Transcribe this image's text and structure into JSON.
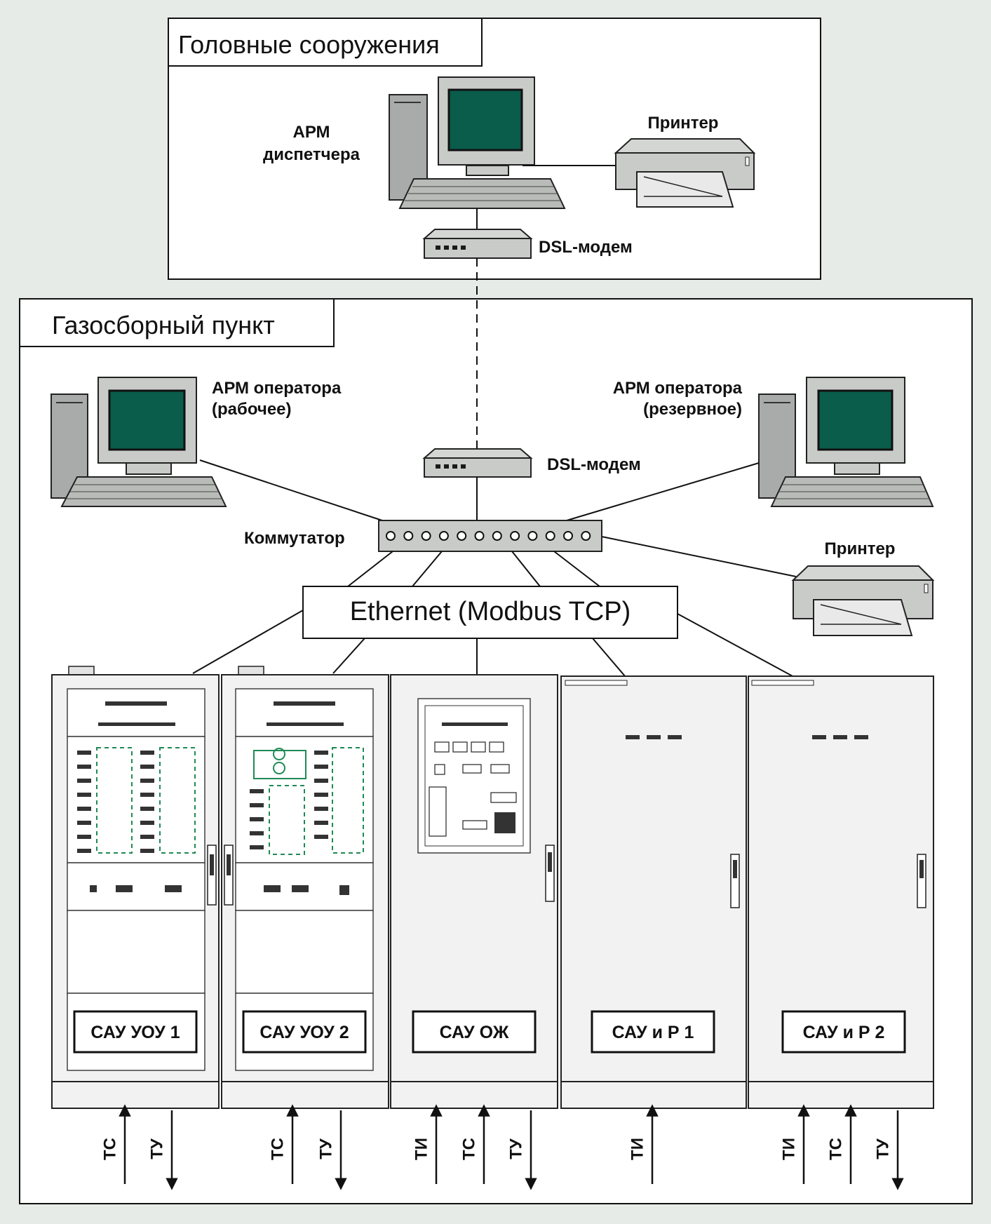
{
  "sections": {
    "head": {
      "title": "Головные сооружения"
    },
    "gas": {
      "title": "Газосборный пункт"
    }
  },
  "devices": {
    "dispatcher_pc": {
      "label_line1": "АРМ",
      "label_line2": "диспетчера"
    },
    "printer_top": {
      "label": "Принтер"
    },
    "modem_top": {
      "label": "DSL-модем"
    },
    "modem_gas": {
      "label": "DSL-модем"
    },
    "operator_main": {
      "label_line1": "АРМ оператора",
      "label_line2": "(рабочее)"
    },
    "operator_reserve": {
      "label_line1": "АРМ оператора",
      "label_line2": "(резервное)"
    },
    "switch": {
      "label": "Коммутатор"
    },
    "printer_gas": {
      "label": "Принтер"
    },
    "ethernet": {
      "label": "Ethernet (Modbus TCP)"
    }
  },
  "cabinets": [
    {
      "label": "САУ УОУ 1",
      "signals": [
        {
          "name": "ТС",
          "dir": "in"
        },
        {
          "name": "ТУ",
          "dir": "out"
        }
      ]
    },
    {
      "label": "САУ УОУ 2",
      "signals": [
        {
          "name": "ТС",
          "dir": "in"
        },
        {
          "name": "ТУ",
          "dir": "out"
        }
      ]
    },
    {
      "label": "САУ ОЖ",
      "signals": [
        {
          "name": "ТИ",
          "dir": "in"
        },
        {
          "name": "ТС",
          "dir": "in"
        },
        {
          "name": "ТУ",
          "dir": "out"
        }
      ]
    },
    {
      "label": "САУ и Р 1",
      "signals": [
        {
          "name": "ТИ",
          "dir": "in"
        }
      ]
    },
    {
      "label": "САУ и Р 2",
      "signals": [
        {
          "name": "ТИ",
          "dir": "in"
        },
        {
          "name": "ТС",
          "dir": "in"
        },
        {
          "name": "ТУ",
          "dir": "out"
        }
      ]
    }
  ],
  "colors": {
    "screen": "#0a5c4b",
    "background": "#e6ebe7",
    "panel_accent": "#1f8a55"
  }
}
